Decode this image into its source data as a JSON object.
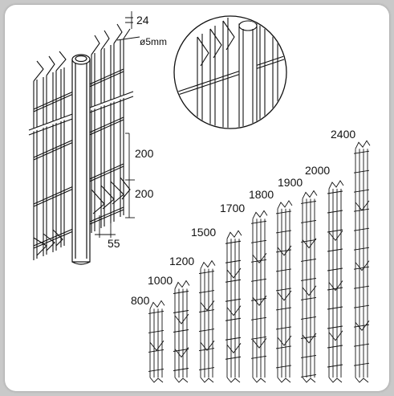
{
  "dimensions": {
    "wire_gap": "24",
    "wire_diameter": "ø5mm",
    "mesh_spacing_upper": "200",
    "mesh_spacing_lower": "200",
    "post_offset": "55"
  },
  "heights": [
    "800",
    "1000",
    "1200",
    "1500",
    "1700",
    "1800",
    "1900",
    "2000",
    "2400"
  ],
  "colors": {
    "background": "#c9c9c9",
    "panel": "#ffffff",
    "line": "#111111"
  }
}
